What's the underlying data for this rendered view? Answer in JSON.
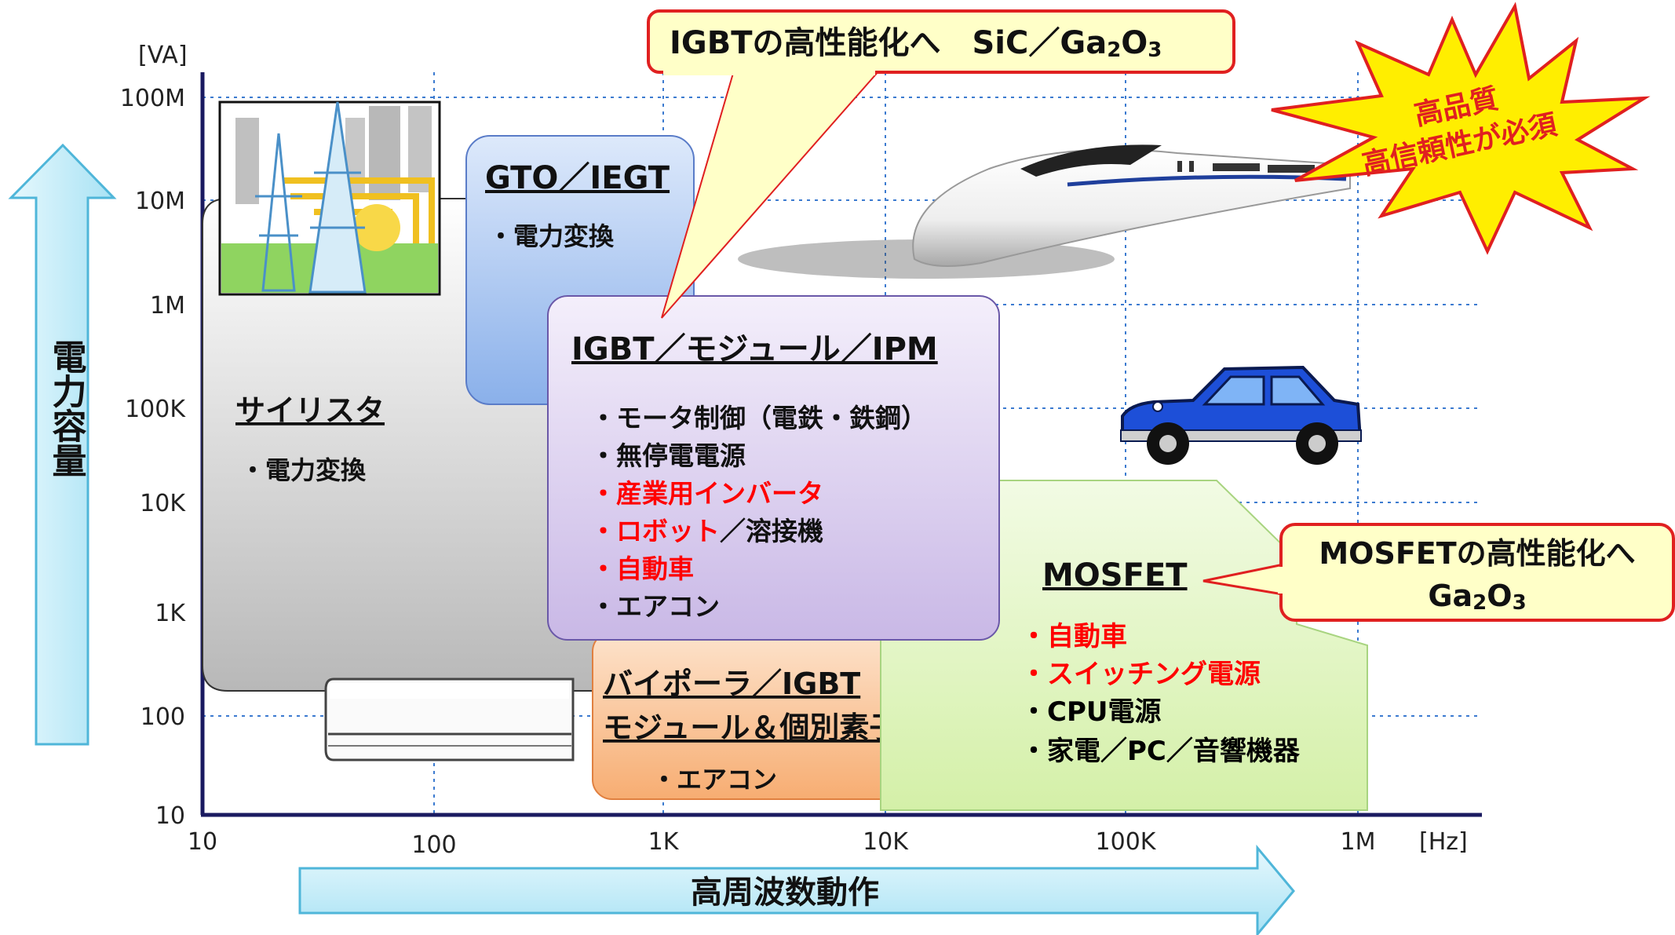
{
  "axes": {
    "y_unit": "[VA]",
    "x_unit": "[Hz]",
    "y_ticks": [
      "100M",
      "10M",
      "1M",
      "100K",
      "10K",
      "1K",
      "100",
      "10"
    ],
    "x_ticks": [
      "10",
      "100",
      "1K",
      "10K",
      "100K",
      "1M"
    ],
    "y_arrow_label": "電力容量",
    "x_arrow_label": "高周波数動作"
  },
  "regions": {
    "thyristor": {
      "title": "サイリスタ",
      "items": [
        "・電力変換"
      ]
    },
    "gto": {
      "title": "GTO／IEGT",
      "items": [
        "・電力変換"
      ]
    },
    "igbt": {
      "title": "IGBT／モジュール／IPM",
      "items": [
        {
          "text": "・モータ制御（電鉄・鉄鋼）",
          "color": "#000000"
        },
        {
          "text": "・無停電電源",
          "color": "#000000"
        },
        {
          "text": "・産業用インバータ",
          "color": "#ff0000"
        },
        {
          "text_red": "・ロボット",
          "text_black": "／溶接機"
        },
        {
          "text": "・自動車",
          "color": "#ff0000"
        },
        {
          "text": "・エアコン",
          "color": "#000000"
        }
      ]
    },
    "bipolar": {
      "title_line1": "バイポーラ／IGBT",
      "title_line2": "モジュール＆個別素子",
      "items": [
        "・エアコン"
      ]
    },
    "mosfet": {
      "title": "MOSFET",
      "items": [
        {
          "text": "・自動車",
          "color": "#ff0000"
        },
        {
          "text": "・スイッチング電源",
          "color": "#ff0000"
        },
        {
          "text": "・CPU電源",
          "color": "#000000"
        },
        {
          "text": "・家電／PC／音響機器",
          "color": "#000000"
        }
      ]
    }
  },
  "callouts": {
    "igbt_callout": {
      "main": "IGBTの高性能化へ　SiC／Ga",
      "sub1": "2",
      "mid": "O",
      "sub2": "3"
    },
    "mosfet_callout": {
      "line1": "MOSFETの高性能化へ",
      "line2_main": "Ga",
      "sub1": "2",
      "mid": "O",
      "sub2": "3"
    },
    "burst": {
      "line1": "高品質",
      "line2": "高信頼性が必須"
    }
  },
  "colors": {
    "grid": "#3c7bd0",
    "axis": "#1a1a60",
    "arrow_fill": "#c9eef9",
    "arrow_stroke": "#4fb6d9",
    "red": "#ff0000",
    "callout_fill": "#ffffc8",
    "callout_stroke": "#e02020",
    "burst_fill": "#ffee00"
  },
  "icons": [
    "power-tower-icon",
    "train-icon",
    "car-icon",
    "air-conditioner-icon"
  ]
}
